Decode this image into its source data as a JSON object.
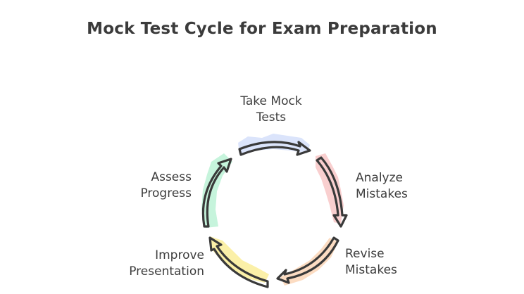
{
  "title": "Mock Test Cycle for Exam Preparation",
  "steps": [
    {
      "id": "take",
      "line1": "Take Mock",
      "line2": "Tests",
      "color": "#dbe4fb"
    },
    {
      "id": "analyze",
      "line1": "Analyze",
      "line2": "Mistakes",
      "color": "#f9cfcf"
    },
    {
      "id": "revise",
      "line1": "Revise",
      "line2": "Mistakes",
      "color": "#fcdcc2"
    },
    {
      "id": "improve",
      "line1": "Improve",
      "line2": "Presentation",
      "color": "#fbf0a8"
    },
    {
      "id": "assess",
      "line1": "Assess",
      "line2": "Progress",
      "color": "#c6f4dc"
    }
  ],
  "arrow_color": "#3a3a3a"
}
